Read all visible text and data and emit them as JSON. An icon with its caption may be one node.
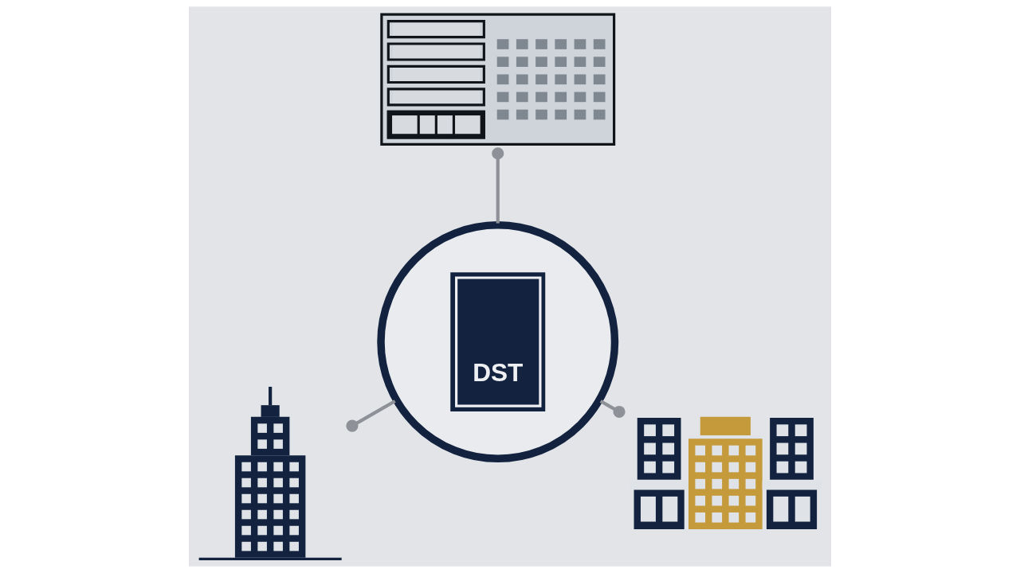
{
  "diagram": {
    "nodes": [
      {
        "text": [],
        "shape": "picture"
      },
      {
        "text": [],
        "shape": "picture"
      },
      {
        "text": [
          "DST"
        ]
      },
      {
        "text": [],
        "shape": "picture"
      }
    ],
    "edges": [
      {
        "from": 2,
        "to": 0,
        "arrow": "other"
      },
      {
        "from": 2,
        "to": 1,
        "arrow": "other"
      },
      {
        "from": 2,
        "to": 3,
        "arrow": "other"
      }
    ]
  }
}
